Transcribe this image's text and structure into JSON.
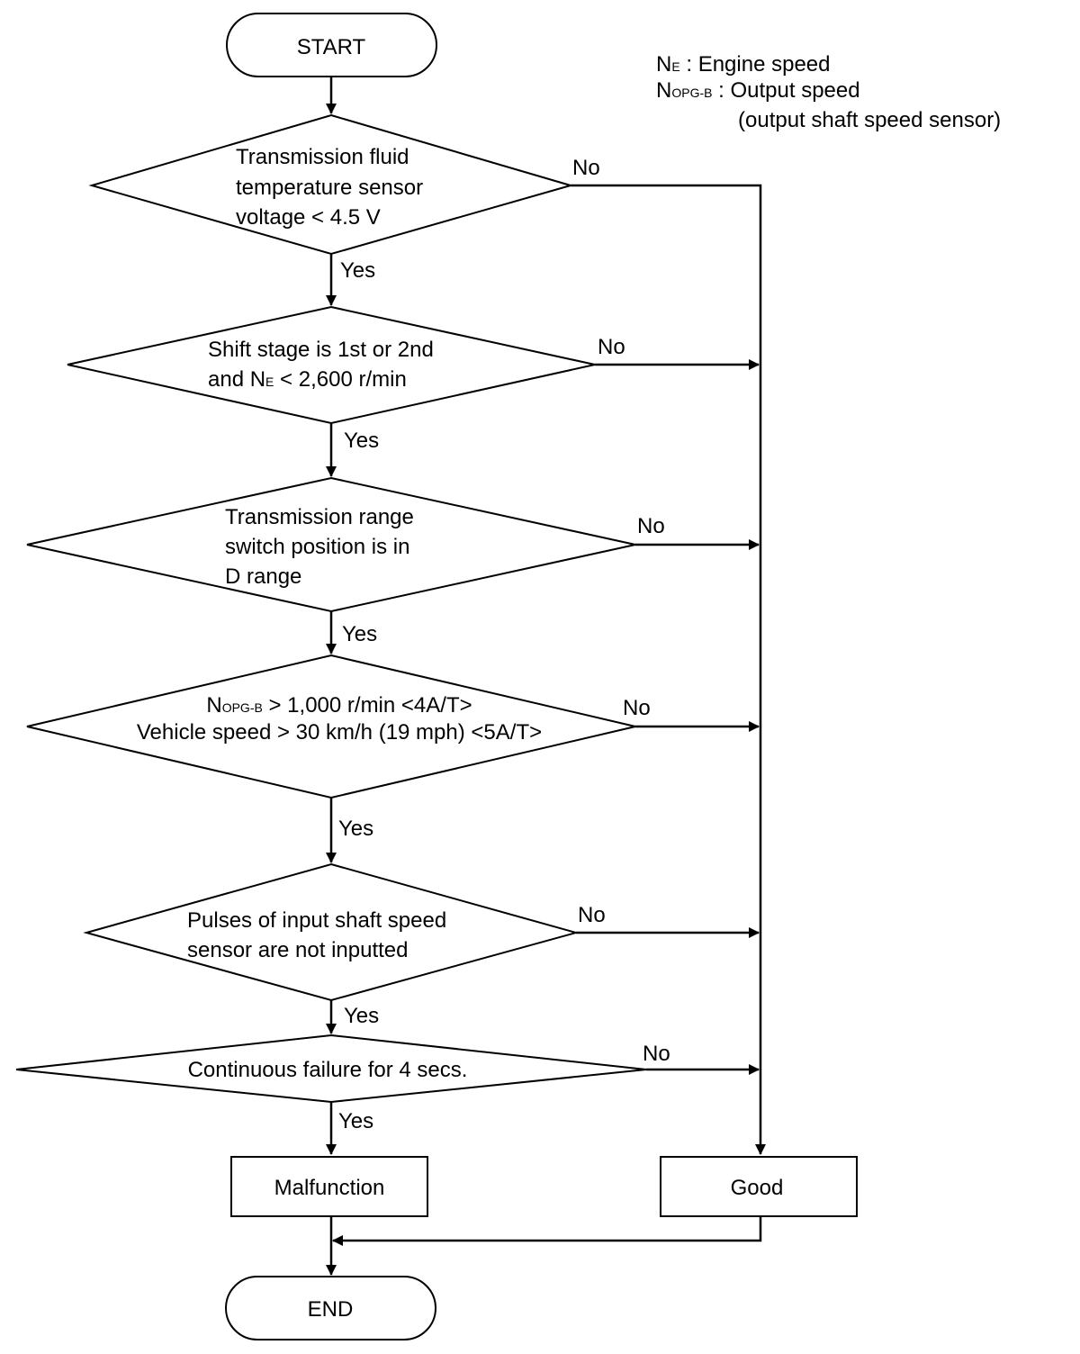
{
  "legend": {
    "ne_symbol": "N",
    "ne_sub": "E",
    "ne_desc": " : Engine speed",
    "nopg_symbol": "N",
    "nopg_sub": "OPG-B",
    "nopg_desc": " : Output speed",
    "nopg_desc2": "(output shaft speed sensor)"
  },
  "terminals": {
    "start": "START",
    "end": "END"
  },
  "decisions": {
    "d1": {
      "line1": "Transmission fluid",
      "line2": "temperature sensor",
      "line3": "voltage < 4.5 V"
    },
    "d2": {
      "line1": "Shift stage is 1st or 2nd",
      "line2_pre": "and N",
      "line2_sub": "E",
      "line2_post": " < 2,600 r/min"
    },
    "d3": {
      "line1": "Transmission range",
      "line2": "switch position is in",
      "line3": "D range"
    },
    "d4": {
      "line1_pre": "N",
      "line1_sub": "OPG-B",
      "line1_post": " > 1,000 r/min <4A/T>",
      "line2": "Vehicle speed > 30 km/h (19 mph) <5A/T>"
    },
    "d5": {
      "line1": "Pulses of input shaft speed",
      "line2": "sensor are not inputted"
    },
    "d6": {
      "line1": "Continuous failure for 4 secs."
    }
  },
  "labels": {
    "yes": "Yes",
    "no": "No"
  },
  "results": {
    "malfunction": "Malfunction",
    "good": "Good"
  }
}
